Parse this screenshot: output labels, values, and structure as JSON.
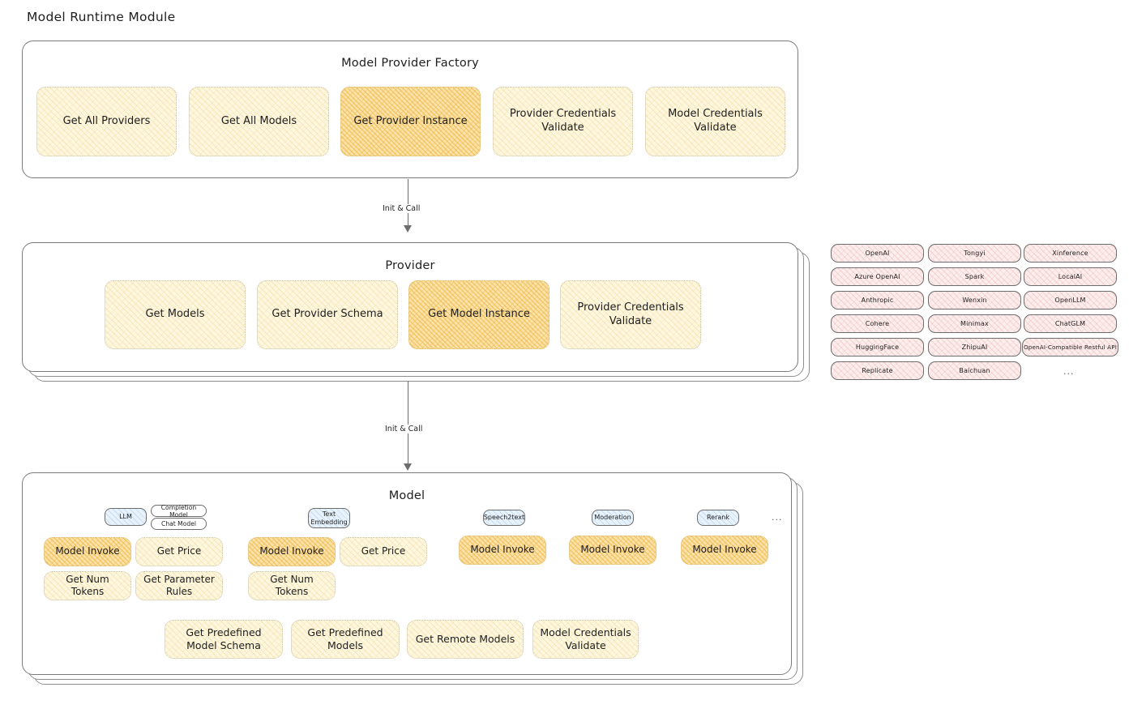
{
  "diagram": {
    "title": "Model Runtime Module",
    "accent_colors": {
      "card_pale": "#fdf7e0",
      "card_strong": "#fbe3ab",
      "tag_pink": "#fdeeee",
      "tag_blue": "#e8f2fb",
      "stroke": "#6d6d6d"
    }
  },
  "factory": {
    "title": "Model Provider Factory",
    "cards": [
      {
        "label": "Get All Providers",
        "emphasis": "pale"
      },
      {
        "label": "Get All Models",
        "emphasis": "pale"
      },
      {
        "label": "Get Provider Instance",
        "emphasis": "strong"
      },
      {
        "label": "Provider Credentials Validate",
        "emphasis": "pale"
      },
      {
        "label": "Model Credentials Validate",
        "emphasis": "pale"
      }
    ]
  },
  "arrow1": {
    "label": "Init & Call"
  },
  "provider": {
    "title": "Provider",
    "cards": [
      {
        "label": "Get Models",
        "emphasis": "pale"
      },
      {
        "label": "Get Provider Schema",
        "emphasis": "pale"
      },
      {
        "label": "Get Model Instance",
        "emphasis": "strong"
      },
      {
        "label": "Provider Credentials Validate",
        "emphasis": "pale"
      }
    ]
  },
  "arrow2": {
    "label": "Init & Call"
  },
  "provider_list": {
    "columns": [
      [
        "OpenAI",
        "Azure OpenAI",
        "Anthropic",
        "Cohere",
        "HuggingFace",
        "Replicate"
      ],
      [
        "Tongyi",
        "Spark",
        "Wenxin",
        "Minimax",
        "ZhipuAI",
        "Baichuan"
      ],
      [
        "Xinference",
        "LocalAI",
        "OpenLLM",
        "ChatGLM",
        "OpenAI-Compatible Restful API"
      ]
    ],
    "more": "..."
  },
  "model": {
    "title": "Model",
    "more": "...",
    "types": [
      {
        "name": "LLM",
        "subtypes": [
          "Completion Model",
          "Chat Model"
        ],
        "methods": [
          {
            "label": "Model Invoke",
            "emphasis": "strong"
          },
          {
            "label": "Get Price",
            "emphasis": "pale"
          },
          {
            "label": "Get Num Tokens",
            "emphasis": "pale"
          },
          {
            "label": "Get Parameter Rules",
            "emphasis": "pale"
          }
        ]
      },
      {
        "name": "Text Embedding",
        "subtypes": [],
        "methods": [
          {
            "label": "Model Invoke",
            "emphasis": "strong"
          },
          {
            "label": "Get Price",
            "emphasis": "pale"
          },
          {
            "label": "Get Num Tokens",
            "emphasis": "pale"
          }
        ]
      },
      {
        "name": "Speech2text",
        "subtypes": [],
        "methods": [
          {
            "label": "Model Invoke",
            "emphasis": "strong"
          }
        ]
      },
      {
        "name": "Moderation",
        "subtypes": [],
        "methods": [
          {
            "label": "Model Invoke",
            "emphasis": "strong"
          }
        ]
      },
      {
        "name": "Rerank",
        "subtypes": [],
        "methods": [
          {
            "label": "Model Invoke",
            "emphasis": "strong"
          }
        ]
      }
    ],
    "shared_methods": [
      {
        "label": "Get Predefined Model Schema",
        "emphasis": "pale"
      },
      {
        "label": "Get Predefined Models",
        "emphasis": "pale"
      },
      {
        "label": "Get Remote Models",
        "emphasis": "pale"
      },
      {
        "label": "Model Credentials Validate",
        "emphasis": "pale"
      }
    ]
  }
}
